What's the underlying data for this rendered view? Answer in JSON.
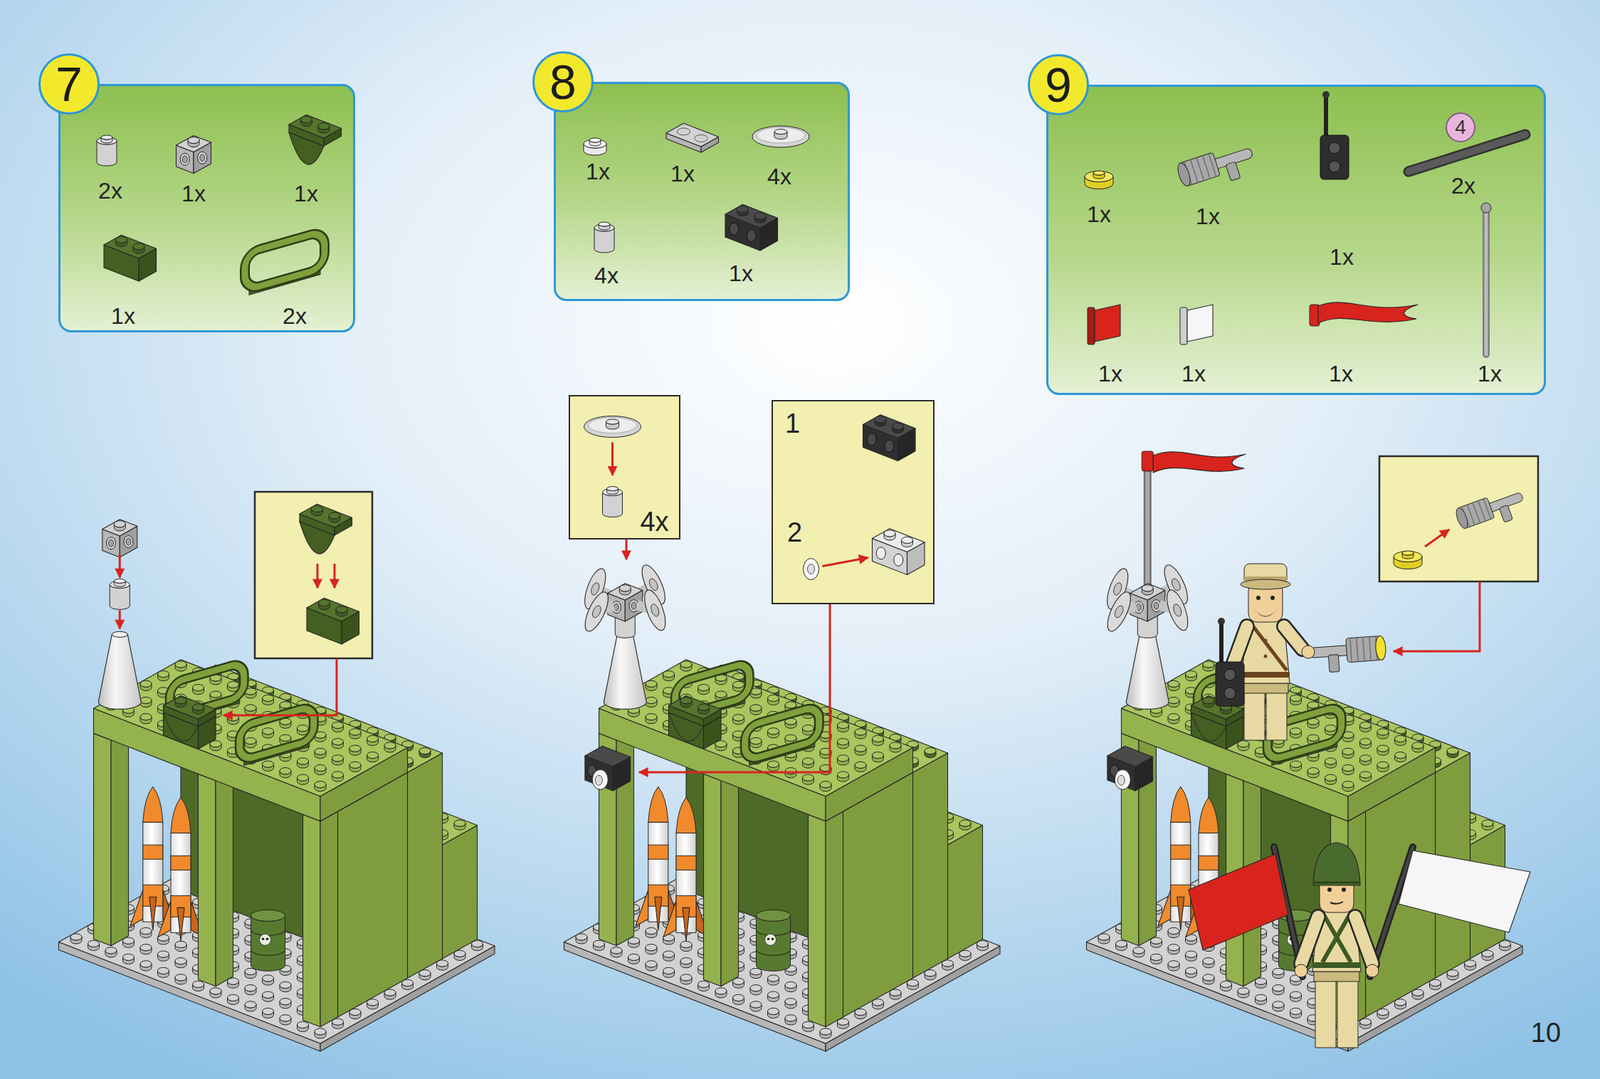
{
  "diagram": {
    "nodes": [
      {
        "text": [
          "7",
          "2x",
          "1x",
          "1x",
          "1x",
          "2x"
        ]
      },
      {
        "text": [
          "8",
          "1x",
          "1x",
          "4x",
          "4x",
          "1x"
        ]
      },
      {
        "text": [
          "9",
          "1x",
          "1x",
          "1x",
          "2x",
          "1x",
          "1x",
          "1x",
          "1x"
        ]
      },
      {
        "text": [
          "4"
        ],
        "in": 2
      },
      {
        "text": [
          "4x"
        ]
      },
      {
        "text": [
          "1",
          "2"
        ]
      }
    ],
    "labels": [
      "10"
    ]
  }
}
